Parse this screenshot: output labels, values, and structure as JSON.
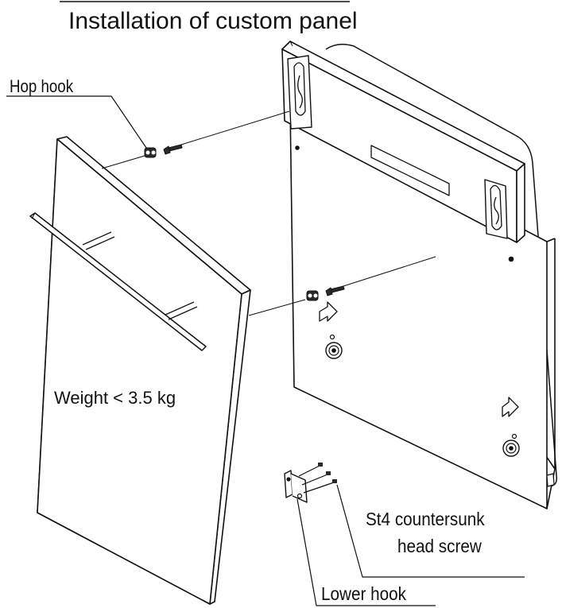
{
  "diagram": {
    "title": "Installation of custom panel",
    "labels": {
      "hop_hook": "Hop hook",
      "weight": "Weight < 3.5 kg",
      "screw_line1": "St4  countersunk",
      "screw_line2": "head screw",
      "lower_hook": "Lower hook"
    },
    "colors": {
      "ink": "#111111",
      "background": "#ffffff",
      "dark_fill": "#2a2a2a"
    }
  }
}
